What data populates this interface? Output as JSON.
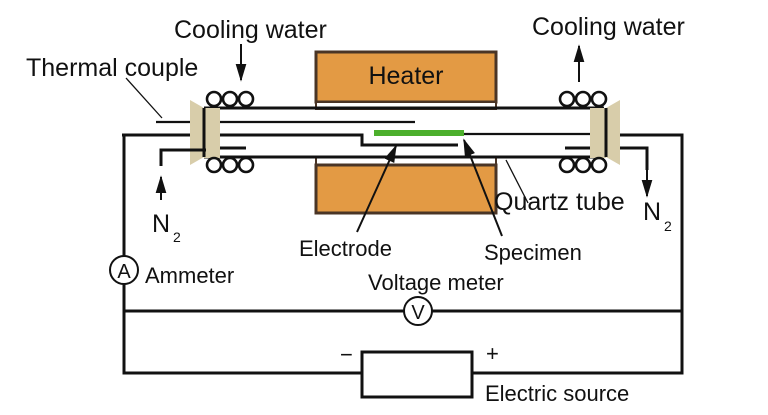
{
  "colors": {
    "heater": "#e39a44",
    "heater_border": "#4a3526",
    "flange": "#d8cdaa",
    "specimen": "#4caf2c",
    "line": "#111111",
    "background": "#ffffff"
  },
  "labels": {
    "cooling_water_left": "Cooling water",
    "cooling_water_right": "Cooling water",
    "thermal_couple": "Thermal couple",
    "heater": "Heater",
    "quartz_tube": "Quartz tube",
    "n2_left": "N",
    "n2_left_sub": "2",
    "n2_right": "N",
    "n2_right_sub": "2",
    "electrode": "Electrode",
    "specimen": "Specimen",
    "ammeter": "Ammeter",
    "ammeter_symbol": "A",
    "voltage_meter": "Voltage meter",
    "voltage_symbol": "V",
    "electric_source": "Electric source",
    "minus": "−",
    "plus": "+"
  },
  "icons": {
    "coil": "cooling-coil-icon",
    "arrow": "arrow-icon",
    "ammeter": "ammeter-icon",
    "voltmeter": "voltmeter-icon",
    "source": "power-source-icon"
  }
}
